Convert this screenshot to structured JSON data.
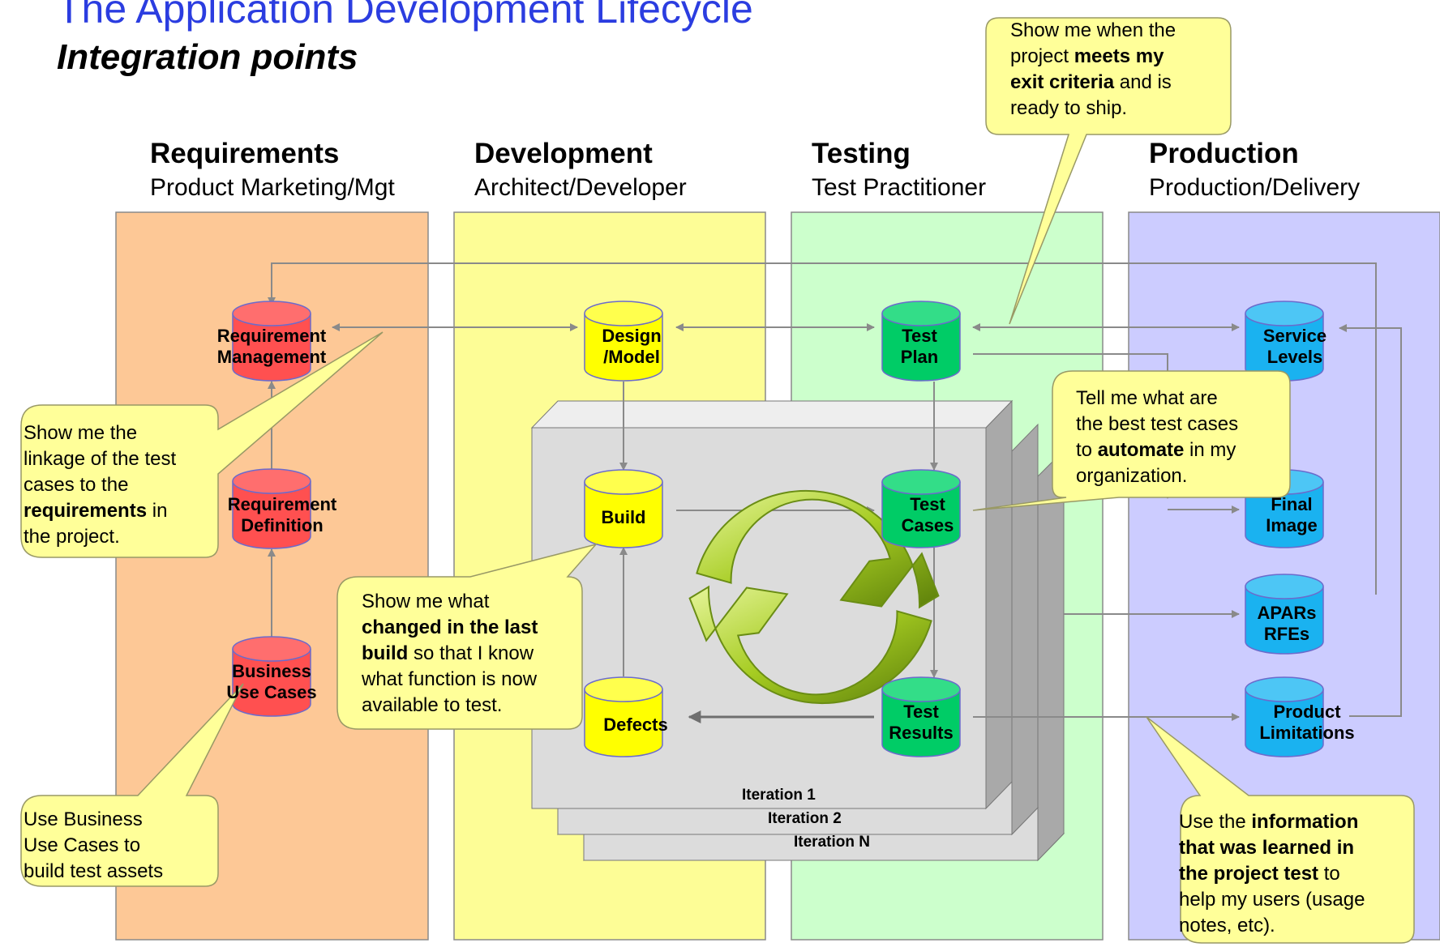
{
  "title": "The Application Development Lifecycle",
  "subtitle": "Integration points",
  "lanes": [
    {
      "title": "Requirements",
      "subtitle": "Product Marketing/Mgt"
    },
    {
      "title": "Development",
      "subtitle": "Architect/Developer"
    },
    {
      "title": "Testing",
      "subtitle": "Test Practitioner"
    },
    {
      "title": "Production",
      "subtitle": "Production/Delivery"
    }
  ],
  "nodes": {
    "requirement_management": "Requirement\nManagement",
    "requirement_definition": "Requirement\nDefinition",
    "business_use_cases": "Business\nUse Cases",
    "design_model": "Design\n/Model",
    "build": "Build",
    "defects": "Defects",
    "test_plan": "Test\nPlan",
    "test_cases": "Test\nCases",
    "test_results": "Test\nResults",
    "service_levels": "Service\nLevels",
    "final_image": "Final\nImage",
    "apars_rfes": "APARs\nRFEs",
    "product_limitations": "Product\nLimitations"
  },
  "iterations": [
    "Iteration 1",
    "Iteration 2",
    "Iteration N"
  ],
  "callouts": {
    "exit_criteria": [
      {
        "text": "Show me when the"
      },
      {
        "text": "project "
      },
      {
        "text": "meets my",
        "bold": true
      },
      {
        "text": "exit criteria",
        "bold": true
      },
      {
        "text": " and is"
      },
      {
        "text": "ready to ship."
      }
    ],
    "linkage": [
      {
        "text": "Show me the"
      },
      {
        "text": "linkage of the test"
      },
      {
        "text": "cases to the"
      },
      {
        "text": "requirements",
        "bold": true
      },
      {
        "text": " in"
      },
      {
        "text": "the project."
      }
    ],
    "changed_build": [
      {
        "text": "Show me what"
      },
      {
        "text": "changed in the last",
        "bold": true
      },
      {
        "text": "build",
        "bold": true
      },
      {
        "text": " so that I know"
      },
      {
        "text": "what function is now"
      },
      {
        "text": "available to test."
      }
    ],
    "automate": [
      {
        "text": "Tell me what are"
      },
      {
        "text": "the best test cases"
      },
      {
        "text": "to "
      },
      {
        "text": "automate",
        "bold": true
      },
      {
        "text": " in my"
      },
      {
        "text": "organization."
      }
    ],
    "business_use_cases": [
      {
        "text": "Use Business"
      },
      {
        "text": "Use Cases to"
      },
      {
        "text": "build test assets"
      }
    ],
    "information": [
      {
        "text": "Use the "
      },
      {
        "text": "information",
        "bold": true
      },
      {
        "text": "that was learned in",
        "bold": true
      },
      {
        "text": "the project test",
        "bold": true
      },
      {
        "text": " to"
      },
      {
        "text": "help my users (usage"
      },
      {
        "text": "notes, etc)."
      }
    ]
  },
  "colors": {
    "title": "#2b3de0",
    "lane_requirements": "#fdc896",
    "lane_development": "#fdfd96",
    "lane_testing": "#ccffcc",
    "lane_production": "#ccccff",
    "db_red": "#ff5050",
    "db_yellow": "#ffff00",
    "db_green": "#00cc66",
    "db_cyan": "#1ab2f0",
    "callout": "#ffff99",
    "iteration_panel": "#d9d9d9",
    "cycle_arrow": "#99cc00"
  }
}
